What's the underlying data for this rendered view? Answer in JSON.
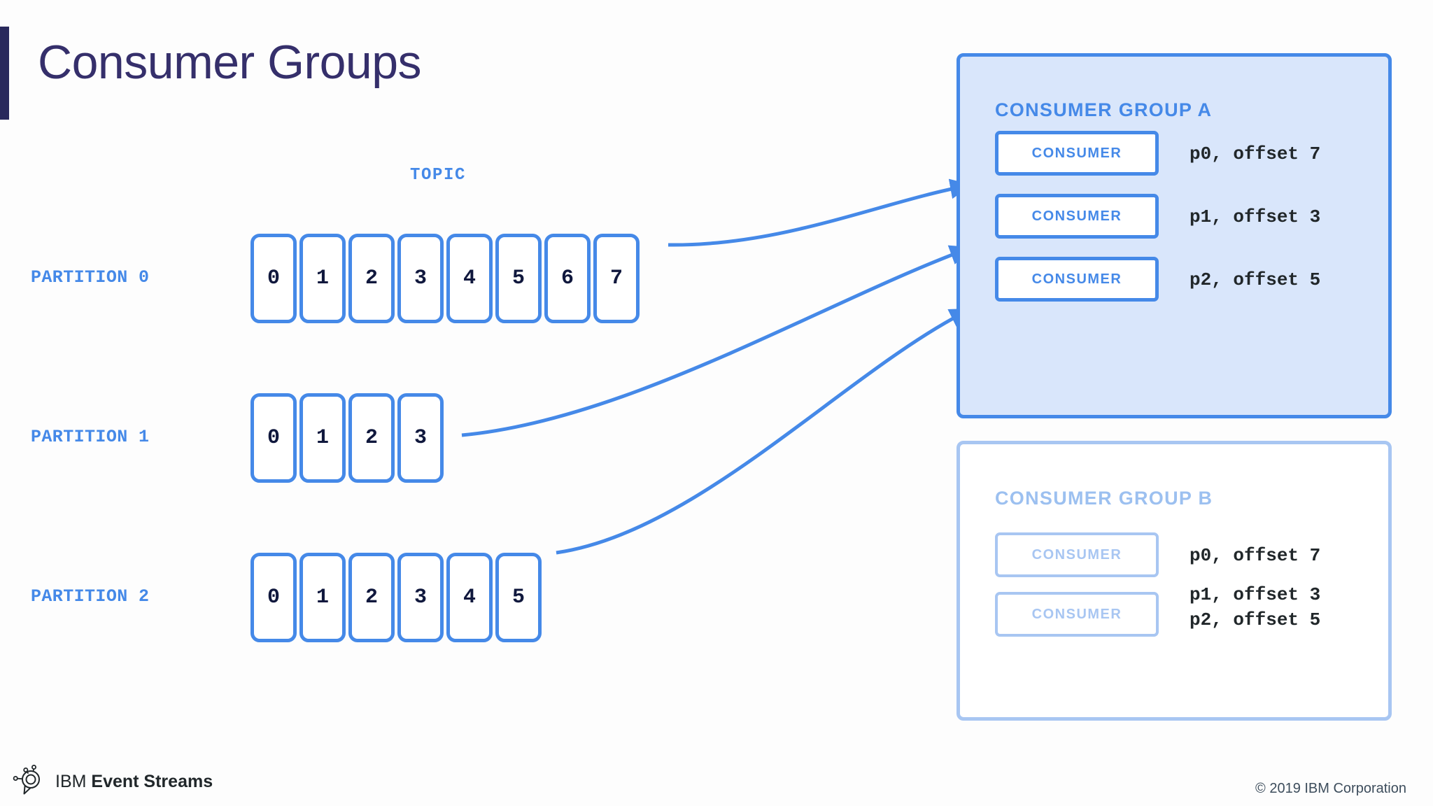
{
  "title": "Consumer Groups",
  "topic": {
    "label": "TOPIC",
    "partitions": [
      {
        "label": "PARTITION 0",
        "cells": [
          "0",
          "1",
          "2",
          "3",
          "4",
          "5",
          "6",
          "7"
        ]
      },
      {
        "label": "PARTITION 1",
        "cells": [
          "0",
          "1",
          "2",
          "3"
        ]
      },
      {
        "label": "PARTITION 2",
        "cells": [
          "0",
          "1",
          "2",
          "3",
          "4",
          "5"
        ]
      }
    ]
  },
  "groups": [
    {
      "name": "CONSUMER GROUP A",
      "active": true,
      "consumers": [
        {
          "label": "CONSUMER",
          "assignments": [
            "p0, offset 7"
          ]
        },
        {
          "label": "CONSUMER",
          "assignments": [
            "p1, offset 3"
          ]
        },
        {
          "label": "CONSUMER",
          "assignments": [
            "p2, offset 5"
          ]
        }
      ]
    },
    {
      "name": "CONSUMER GROUP B",
      "active": false,
      "consumers": [
        {
          "label": "CONSUMER",
          "assignments": [
            "p0, offset 7"
          ]
        },
        {
          "label": "CONSUMER",
          "assignments": [
            "p1, offset 3",
            "p2, offset 5"
          ]
        }
      ]
    }
  ],
  "footer": {
    "brand_prefix": "IBM",
    "brand_name": "Event Streams",
    "copyright": "© 2019 IBM Corporation"
  },
  "colors": {
    "accent_blue": "#4589e8",
    "panel_fill": "#d9e6fb",
    "faded_blue": "#a8c6f2",
    "title_navy": "#352f6b",
    "bar_navy": "#29295c",
    "text_dark": "#21272a"
  }
}
